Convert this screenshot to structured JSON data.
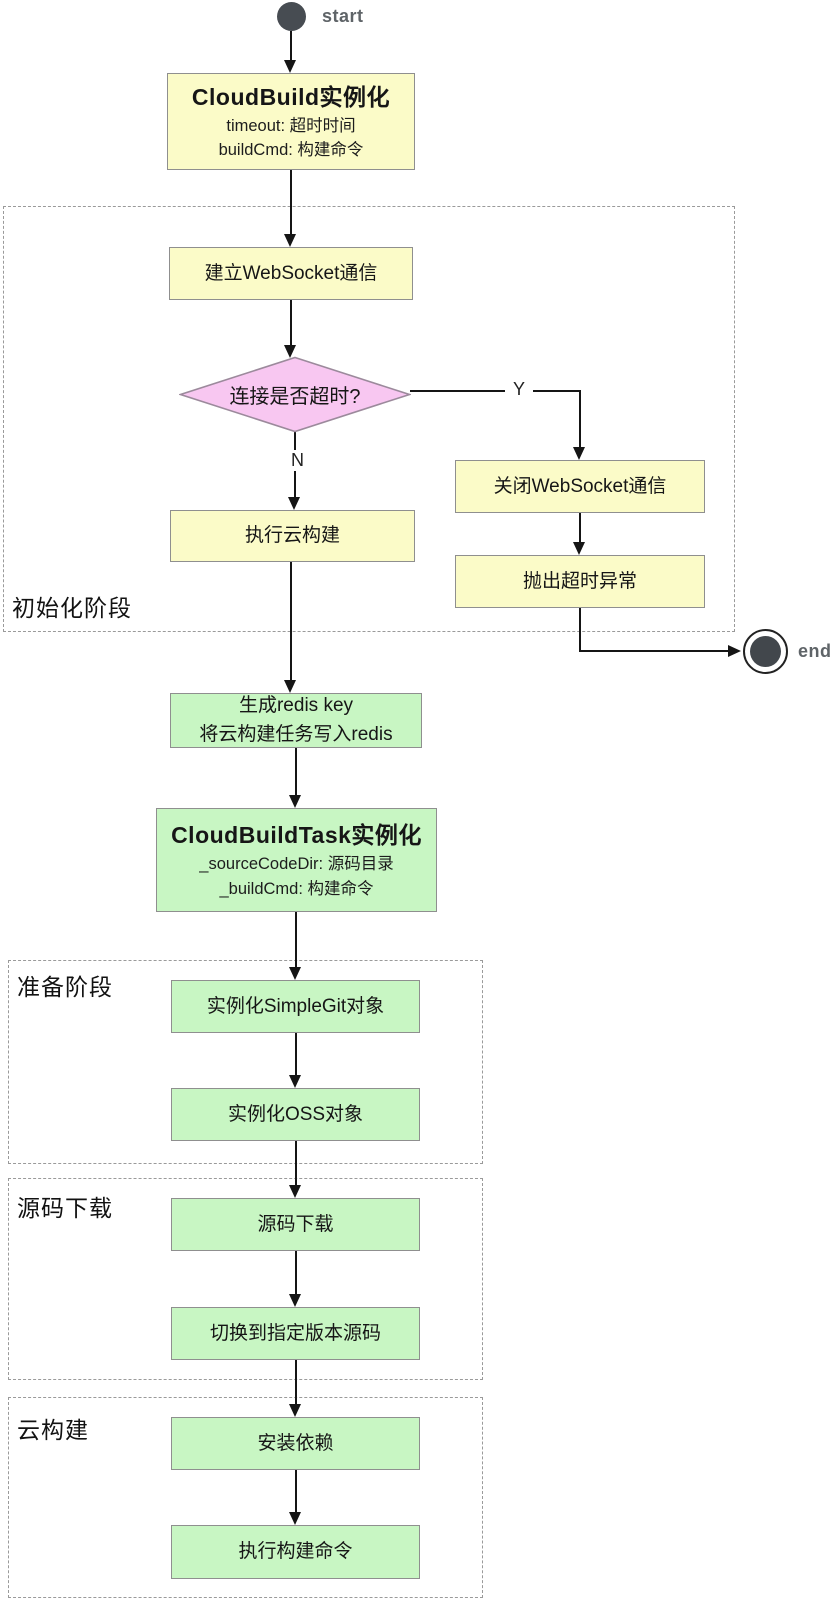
{
  "diagram": {
    "start_label": "start",
    "end_label": "end",
    "branch_yes": "Y",
    "branch_no": "N"
  },
  "groups": {
    "init": {
      "label": "初始化阶段"
    },
    "prepare": {
      "label": "准备阶段"
    },
    "download": {
      "label": "源码下载"
    },
    "build": {
      "label": "云构建"
    }
  },
  "nodes": {
    "cloud_build": {
      "title": "CloudBuild实例化",
      "line1": "timeout: 超时时间",
      "line2": "buildCmd: 构建命令"
    },
    "websocket_open": {
      "label": "建立WebSocket通信"
    },
    "timeout_decision": {
      "label": "连接是否超时?"
    },
    "websocket_close": {
      "label": "关闭WebSocket通信"
    },
    "throw_timeout": {
      "label": "抛出超时异常"
    },
    "exec_cloud_build": {
      "label": "执行云构建"
    },
    "redis_write": {
      "line1": "生成redis key",
      "line2": "将云构建任务写入redis"
    },
    "cloud_build_task": {
      "title": "CloudBuildTask实例化",
      "line1": "_sourceCodeDir: 源码目录",
      "line2": "_buildCmd: 构建命令"
    },
    "simple_git": {
      "label": "实例化SimpleGit对象"
    },
    "oss": {
      "label": "实例化OSS对象"
    },
    "source_download": {
      "label": "源码下载"
    },
    "checkout_version": {
      "label": "切换到指定版本源码"
    },
    "install_deps": {
      "label": "安装依赖"
    },
    "exec_build_cmd": {
      "label": "执行构建命令"
    }
  },
  "colors": {
    "process_yellow": "#FBFBC8",
    "process_green": "#C8F6C3",
    "decision_pink": "#F8C7F1",
    "node_border": "#8f8f8f",
    "arrow": "#151515",
    "terminal_fill": "#474c52"
  }
}
